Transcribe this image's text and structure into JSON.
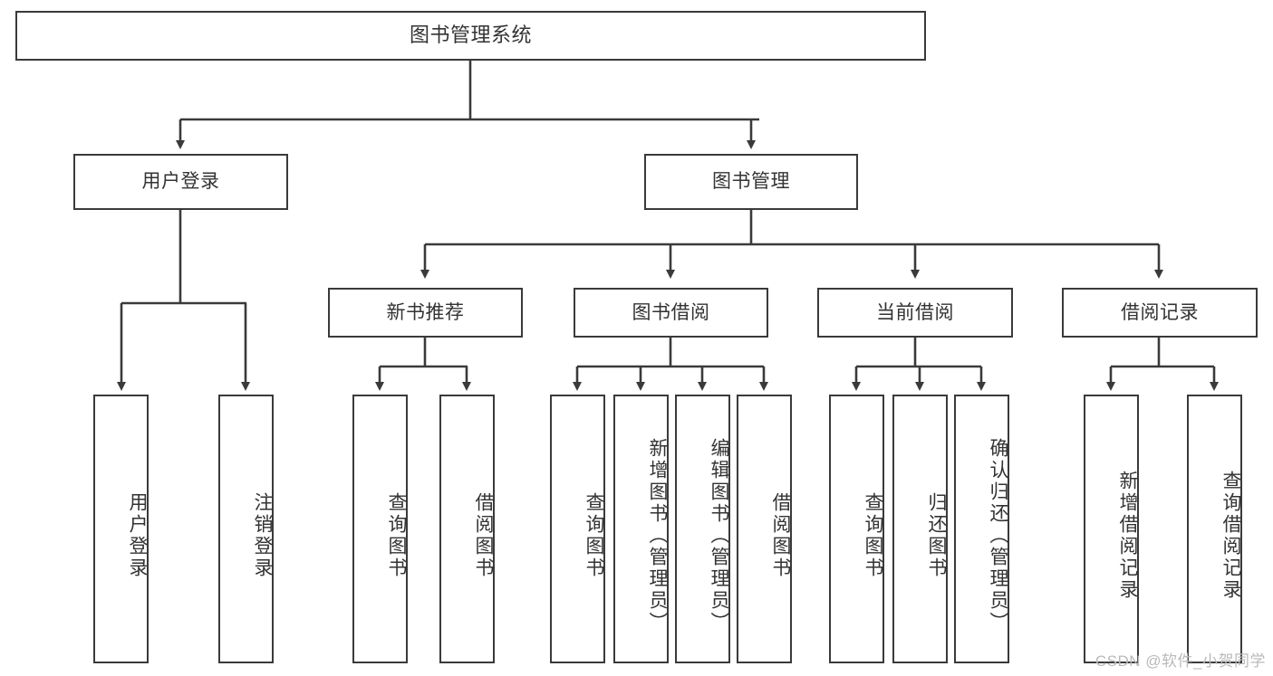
{
  "diagram": {
    "title": "图书管理系统",
    "type": "hierarchy-tree",
    "watermark": "CSDN @软件_小贺同学",
    "colors": {
      "box_border": "#3a3a3a",
      "box_fill": "#ffffff",
      "text": "#333333",
      "edge": "#3a3a3a",
      "watermark": "#b9b9b9",
      "background": "#ffffff"
    },
    "root": {
      "label": "图书管理系统"
    },
    "level1": [
      {
        "label": "用户登录"
      },
      {
        "label": "图书管理"
      }
    ],
    "level2": [
      {
        "label": "新书推荐"
      },
      {
        "label": "图书借阅"
      },
      {
        "label": "当前借阅"
      },
      {
        "label": "借阅记录"
      }
    ],
    "leaves": {
      "user_login": [
        {
          "label": "用户登录"
        },
        {
          "label": "注销登录"
        }
      ],
      "new_book_recommend": [
        {
          "label": "查询图书"
        },
        {
          "label": "借阅图书"
        }
      ],
      "book_borrow": [
        {
          "label": "查询图书"
        },
        {
          "label": "新增图书（管理员）"
        },
        {
          "label": "编辑图书（管理员）"
        },
        {
          "label": "借阅图书"
        }
      ],
      "current_borrow": [
        {
          "label": "查询图书"
        },
        {
          "label": "归还图书"
        },
        {
          "label": "确认归还（管理员）"
        }
      ],
      "borrow_record": [
        {
          "label": "新增借阅记录"
        },
        {
          "label": "查询借阅记录"
        }
      ]
    }
  }
}
